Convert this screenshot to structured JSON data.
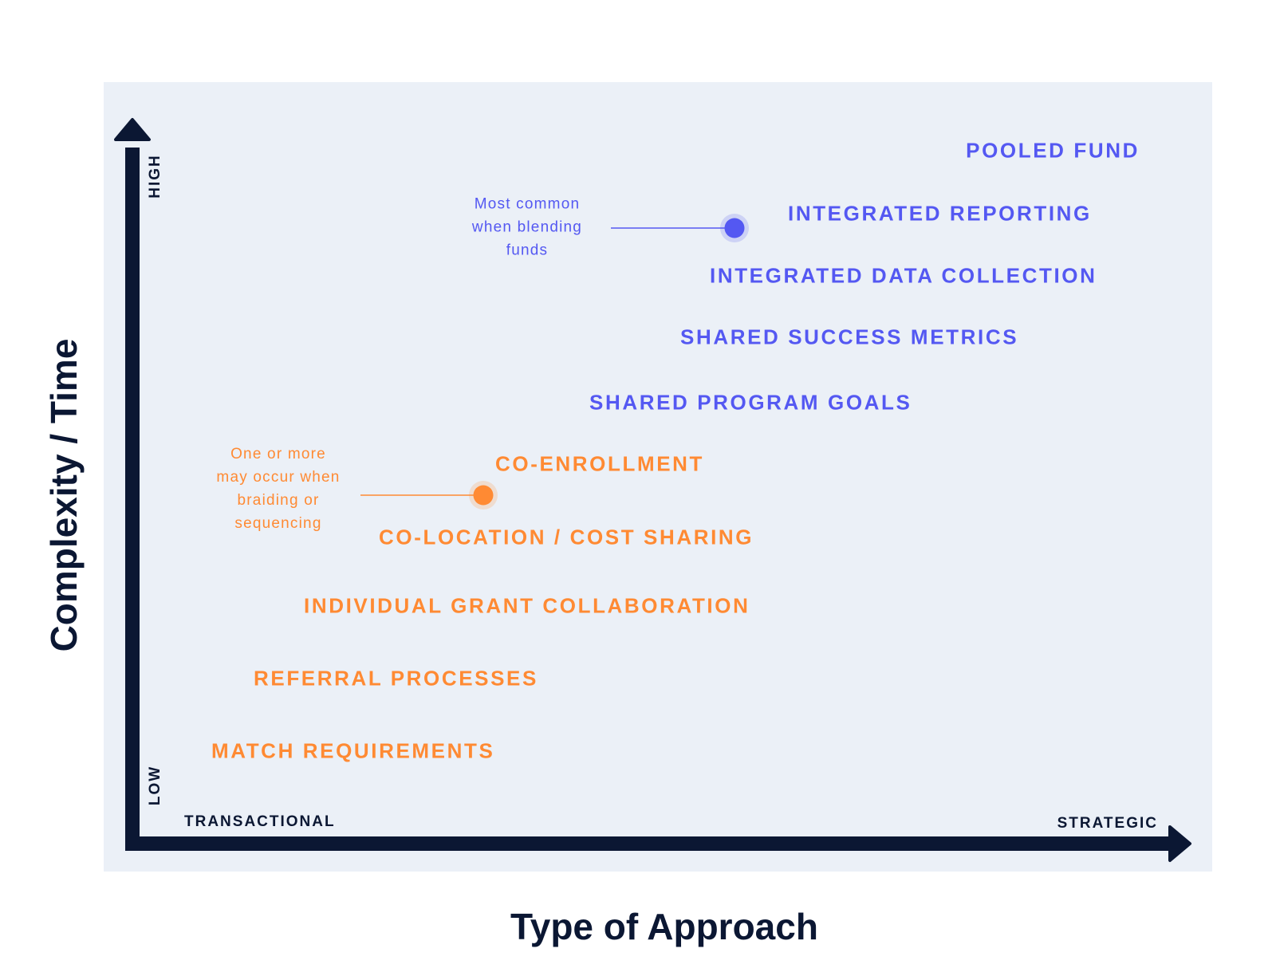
{
  "colors": {
    "blue": "#5458f2",
    "orange": "#ff8a33",
    "navy": "#0b1733",
    "panel": "#ebf0f7"
  },
  "axes": {
    "y_title": "Complexity / Time",
    "x_title": "Type of Approach",
    "y_high": "HIGH",
    "y_low": "LOW",
    "x_low": "TRANSACTIONAL",
    "x_high": "STRATEGIC"
  },
  "blue_items": [
    "POOLED FUND",
    "INTEGRATED REPORTING",
    "INTEGRATED DATA COLLECTION",
    "SHARED SUCCESS METRICS",
    "SHARED PROGRAM GOALS"
  ],
  "orange_items": [
    "CO-ENROLLMENT",
    "CO-LOCATION / COST SHARING",
    "INDIVIDUAL GRANT COLLABORATION",
    "REFERRAL PROCESSES",
    "MATCH REQUIREMENTS"
  ],
  "annotations": {
    "blending": [
      "Most common",
      "when blending",
      "funds"
    ],
    "braiding": [
      "One or more",
      "may occur when",
      "braiding or",
      "sequencing"
    ]
  }
}
